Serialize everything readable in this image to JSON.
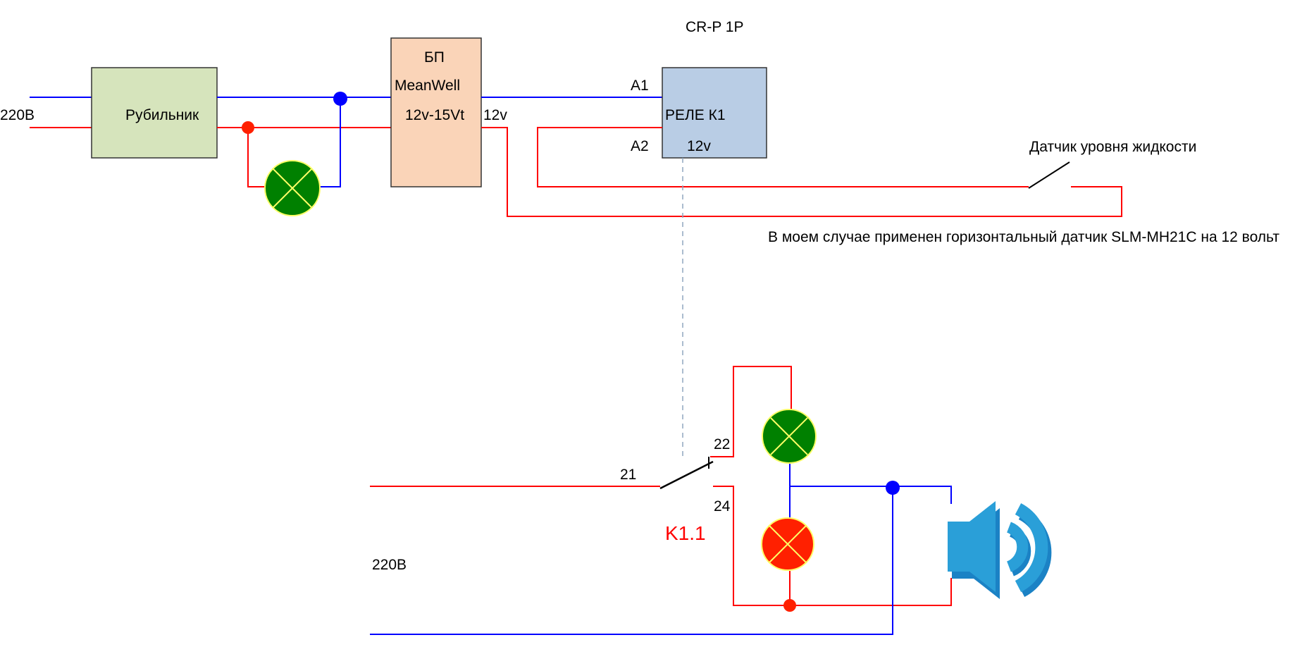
{
  "labels": {
    "supply_top": "220В",
    "switch_box": "Рубильник",
    "psu_line1": "БП",
    "psu_line2": "MeanWell",
    "psu_line3": "12v-15Vt",
    "psu_output": "12v",
    "relay_model": "CR-P 1P",
    "relay_a1": "А1",
    "relay_a2": "А2",
    "relay_box": "РЕЛЕ К1",
    "relay_voltage": "12v",
    "sensor_title": "Датчик уровня жидкости",
    "sensor_note": "В моем случае применен горизонтальный датчик SLM-MH21C на 12 вольт",
    "contact_21": "21",
    "contact_22": "22",
    "contact_24": "24",
    "contact_name": "K1.1",
    "supply_bottom": "220В"
  },
  "colors": {
    "phase_wire": "#ff0000",
    "neutral_wire": "#0000ff",
    "switch_fill": "#d6e4bc",
    "psu_fill": "#fad4b8",
    "relay_fill": "#b9cde5",
    "lamp_green": "#008000",
    "lamp_red": "#ff2000",
    "lamp_cross": "#ffff66",
    "mechanical_link": "#8fa6bf",
    "speaker_blue": "#2a9fd8"
  },
  "icons": [
    "lamp-icon",
    "speaker-icon"
  ]
}
